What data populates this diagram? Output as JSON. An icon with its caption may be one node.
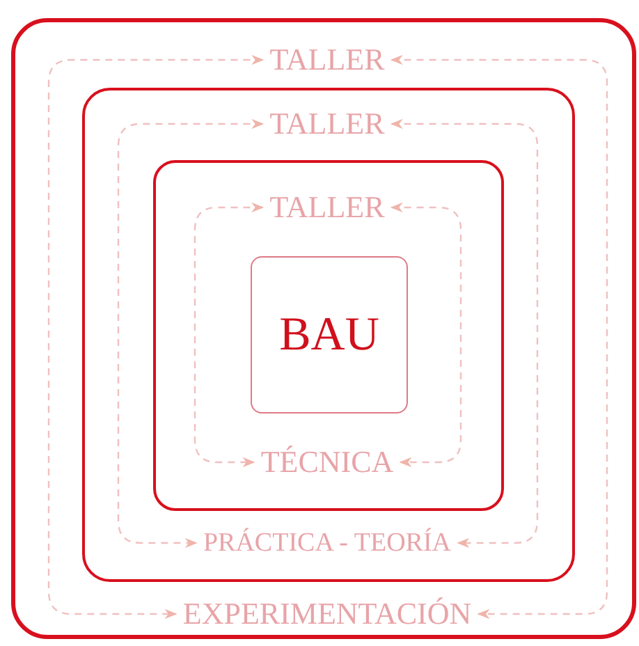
{
  "diagram": {
    "nodes": [
      {
        "text": [],
        "shape": "box"
      },
      {
        "text": [
          "TALLER"
        ],
        "in": 0
      },
      {
        "text": [],
        "shape": "box",
        "in": 0
      },
      {
        "text": [
          "TALLER"
        ],
        "in": 2
      },
      {
        "text": [],
        "shape": "box",
        "in": 2
      },
      {
        "text": [
          "TALLER"
        ],
        "in": 4
      },
      {
        "text": [
          "BAU"
        ],
        "in": 4
      },
      {
        "text": [
          "TÉCNICA"
        ],
        "in": 4
      },
      {
        "text": [
          "PRÁCTICA - TEORÍA"
        ],
        "in": 2
      },
      {
        "text": [
          "EXPERIMENTACIÓN"
        ],
        "in": 0
      }
    ],
    "edges": [
      {
        "from": 1,
        "to": 9,
        "arrow": "both",
        "style": "dashed"
      },
      {
        "from": 1,
        "to": 9,
        "arrow": "both",
        "style": "dashed"
      },
      {
        "from": 3,
        "to": 8,
        "arrow": "both",
        "style": "dashed"
      },
      {
        "from": 3,
        "to": 8,
        "arrow": "both",
        "style": "dashed"
      },
      {
        "from": 5,
        "to": 7,
        "arrow": "both",
        "style": "dashed"
      },
      {
        "from": 5,
        "to": 7,
        "arrow": "both",
        "style": "dashed"
      }
    ]
  }
}
